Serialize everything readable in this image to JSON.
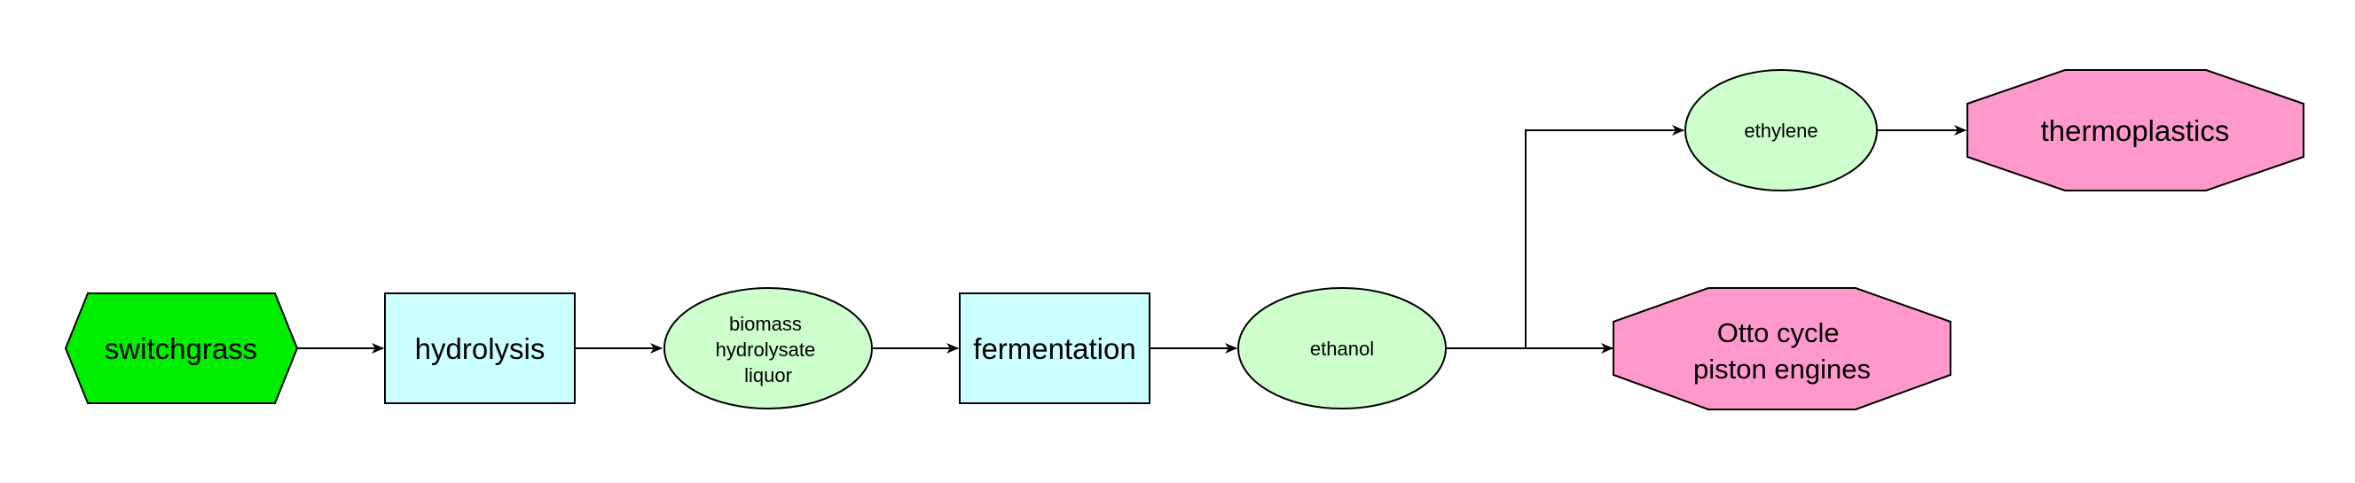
{
  "nodes": {
    "switchgrass": {
      "label": "switchgrass",
      "color": "#00ee00"
    },
    "hydrolysis": {
      "label": "hydrolysis",
      "color": "#ccffff"
    },
    "biomass": {
      "lines": [
        "biomass",
        "hydrolysate",
        "liquor"
      ],
      "color": "#ccffcc"
    },
    "fermentation": {
      "label": "fermentation",
      "color": "#ccffff"
    },
    "ethanol": {
      "label": "ethanol",
      "color": "#ccffcc"
    },
    "ethylene": {
      "label": "ethylene",
      "color": "#ccffcc"
    },
    "thermoplastics": {
      "label": "thermoplastics",
      "color": "#ff99cc"
    },
    "otto": {
      "lines": [
        "Otto cycle",
        "piston engines"
      ],
      "color": "#ff99cc"
    }
  },
  "edges": [
    {
      "from": "switchgrass",
      "to": "hydrolysis"
    },
    {
      "from": "hydrolysis",
      "to": "biomass"
    },
    {
      "from": "biomass",
      "to": "fermentation"
    },
    {
      "from": "fermentation",
      "to": "ethanol"
    },
    {
      "from": "ethanol",
      "to": "ethylene"
    },
    {
      "from": "ethanol",
      "to": "otto"
    },
    {
      "from": "ethylene",
      "to": "thermoplastics"
    }
  ]
}
